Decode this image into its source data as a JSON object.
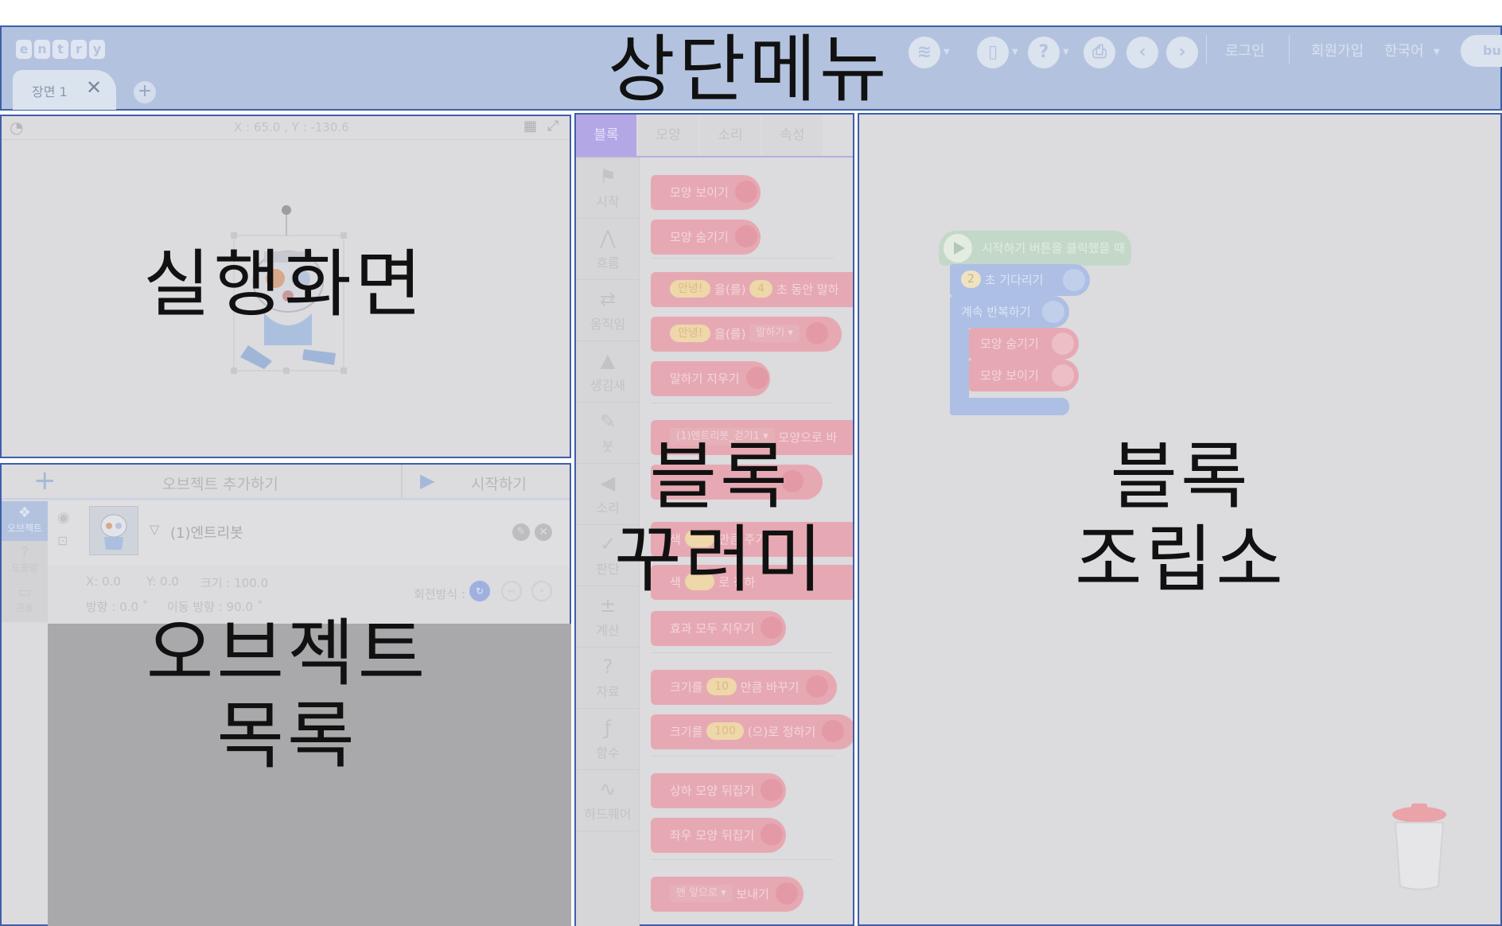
{
  "overlay_labels": {
    "top_menu": "상단메뉴",
    "stage": "실행화면",
    "object_list_line1": "오브젝트",
    "object_list_line2": "목록",
    "block_palette_line1": "블록",
    "block_palette_line2": "꾸러미",
    "block_assembly_line1": "블록",
    "block_assembly_line2": "조립소"
  },
  "header": {
    "logo_letters": [
      "e",
      "n",
      "t",
      "r",
      "y"
    ],
    "scene_tab": "장면 1",
    "login": "로그인",
    "signup": "회원가입",
    "language": "한국어",
    "bug_label": "bug"
  },
  "stage": {
    "coords": "X : 65.0 , Y : -130.6"
  },
  "object_panel": {
    "add_object": "오브젝트 추가하기",
    "start": "시작하기",
    "side_tabs": [
      "오브젝트",
      "도움말",
      "콘솔"
    ],
    "object_name": "(1)엔트리봇",
    "x": "X: 0.0",
    "y": "Y: 0.0",
    "size": "크기 : 100.0",
    "direction": "방향 : 0.0 ˚",
    "move_direction": "이동 방향 : 90.0 ˚",
    "rotation_label": "회전방식 :"
  },
  "palette": {
    "tabs": [
      "블록",
      "모양",
      "소리",
      "속성"
    ],
    "categories": [
      "시작",
      "흐름",
      "움직임",
      "생김새",
      "붓",
      "소리",
      "판단",
      "계산",
      "자료",
      "함수",
      "하드웨어"
    ],
    "blocks": {
      "show": "모양 보이기",
      "hide": "모양 숨기기",
      "say_pill": "안녕!",
      "say_word": "을(를)",
      "say_seconds": "4",
      "say_tail": "초 동안",
      "say_cut": "말하",
      "say2_pill": "안녕!",
      "say2_word": "을(를)",
      "say2_dd": "말하기",
      "clear_speech": "말하기 지우기",
      "change_shape_dd": "(1)엔트리봇_걷기1",
      "change_shape_tail": "모양으로 바",
      "effect_add_head": "색",
      "effect_add_tail": "만큼 주기",
      "effect_set_head": "색",
      "effect_set_tail": "로 정하",
      "clear_effects": "효과 모두 지우기",
      "size_change_head": "크기를",
      "size_change_value": "10",
      "size_change_tail": "만큼 바꾸기",
      "size_set_head": "크기를",
      "size_set_value": "100",
      "size_set_tail": "(으)로 정하기",
      "flip_v": "상하 모양 뒤집기",
      "flip_h": "좌우 모양 뒤집기",
      "order_dd": "맨 앞으로",
      "order_tail": "보내기"
    }
  },
  "assembly": {
    "start_block": "시작하기 버튼을 클릭했을 때",
    "wait_value": "2",
    "wait_label": "초 기다리기",
    "loop_label": "계속 반복하기",
    "hide_label": "모양 숨기기",
    "show_label": "모양 보이기"
  },
  "colors": {
    "frame_border": "#3e5fa8",
    "topbar_bg": "#b3c3df",
    "panel_bg": "#dcdbde",
    "looks_block": "#e6a9b3",
    "flow_block": "#adbfe4",
    "start_block": "#c4d8c9",
    "active_tab": "#b4a7e6"
  },
  "icons": [
    "menu-icon",
    "file-icon",
    "help-icon",
    "print-icon",
    "undo-icon",
    "redo-icon",
    "speed-icon",
    "grid-icon",
    "fullscreen-icon",
    "eye-icon",
    "lock-icon",
    "edit-icon",
    "delete-icon",
    "trash-icon"
  ]
}
